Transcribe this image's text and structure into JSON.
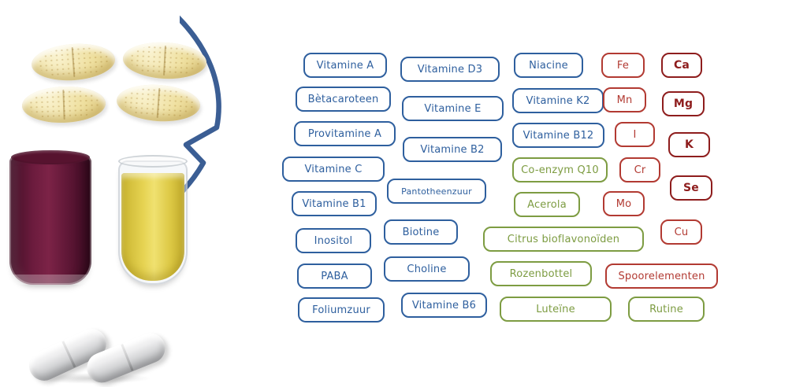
{
  "colors": {
    "vitamin_blue": "#2e5f9e",
    "plant_green": "#7d9c42",
    "mineral_red": "#b23a32",
    "macro_mineral_dark_red": "#8e1d1d",
    "bubble_outline": "#3b5e94"
  },
  "illustrations": {
    "tablets": "yellow-tablet-illustration",
    "purple_glass": "purple-juice-glass-illustration",
    "yellow_glass": "yellow-juice-glass-illustration",
    "capsules": "white-capsule-illustration"
  },
  "badges": [
    {
      "label": "Vitamine A",
      "group": "blue"
    },
    {
      "label": "Bètacaroteen",
      "group": "blue"
    },
    {
      "label": "Provitamine A",
      "group": "blue"
    },
    {
      "label": "Vitamine C",
      "group": "blue"
    },
    {
      "label": "Vitamine B1",
      "group": "blue"
    },
    {
      "label": "Inositol",
      "group": "blue"
    },
    {
      "label": "PABA",
      "group": "blue"
    },
    {
      "label": "Foliumzuur",
      "group": "blue"
    },
    {
      "label": "Vitamine D3",
      "group": "blue"
    },
    {
      "label": "Vitamine E",
      "group": "blue"
    },
    {
      "label": "Vitamine B2",
      "group": "blue"
    },
    {
      "label": "Pantotheenzuur",
      "group": "blue"
    },
    {
      "label": "Biotine",
      "group": "blue"
    },
    {
      "label": "Choline",
      "group": "blue"
    },
    {
      "label": "Vitamine B6",
      "group": "blue"
    },
    {
      "label": "Niacine",
      "group": "blue"
    },
    {
      "label": "Vitamine K2",
      "group": "blue"
    },
    {
      "label": "Vitamine B12",
      "group": "blue"
    },
    {
      "label": "Co-enzym Q10",
      "group": "green"
    },
    {
      "label": "Acerola",
      "group": "green"
    },
    {
      "label": "Citrus bioflavonoïden",
      "group": "green"
    },
    {
      "label": "Rozenbottel",
      "group": "green"
    },
    {
      "label": "Luteïne",
      "group": "green"
    },
    {
      "label": "Fe",
      "group": "red"
    },
    {
      "label": "Mn",
      "group": "red"
    },
    {
      "label": "I",
      "group": "red"
    },
    {
      "label": "Cr",
      "group": "red"
    },
    {
      "label": "Mo",
      "group": "red"
    },
    {
      "label": "Cu",
      "group": "red"
    },
    {
      "label": "Spoorelementen",
      "group": "red"
    },
    {
      "label": "Rutine",
      "group": "green"
    },
    {
      "label": "Ca",
      "group": "darkred"
    },
    {
      "label": "Mg",
      "group": "darkred"
    },
    {
      "label": "K",
      "group": "darkred"
    },
    {
      "label": "Se",
      "group": "darkred"
    }
  ]
}
